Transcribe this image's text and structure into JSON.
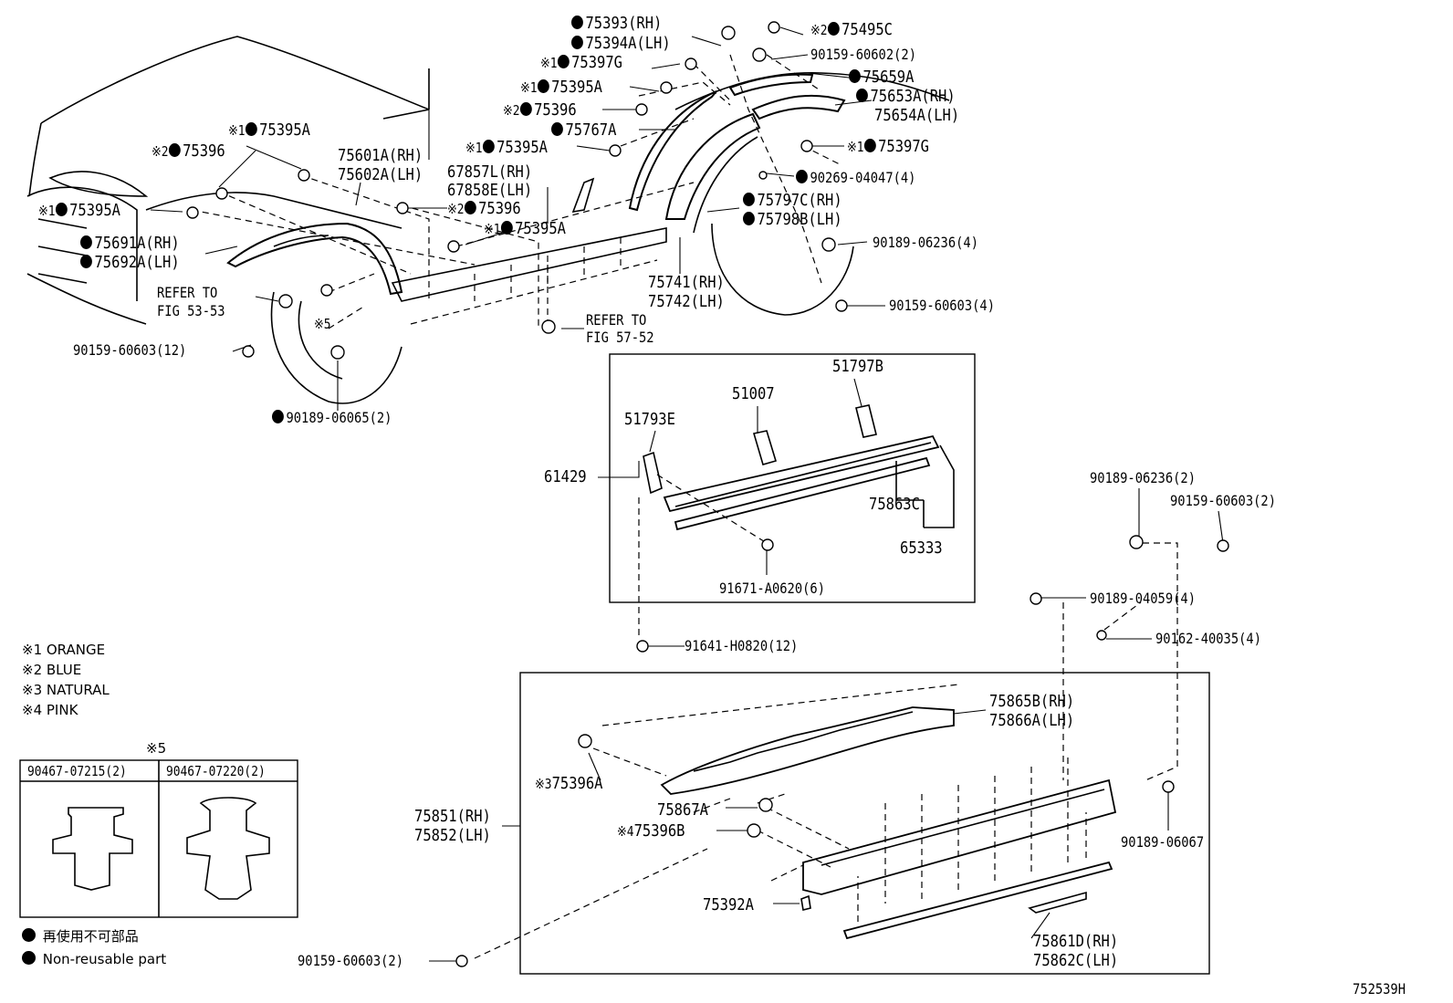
{
  "diagram_id": "752539H",
  "labels": [
    {
      "id": "l1",
      "dot": true,
      "sym": "",
      "text": "75393(RH)"
    },
    {
      "id": "l2",
      "dot": true,
      "sym": "",
      "text": "75394A(LH)"
    },
    {
      "id": "l3",
      "dot": true,
      "sym": "※1",
      "text": "75397G"
    },
    {
      "id": "l4",
      "dot": true,
      "sym": "※1",
      "text": "75395A"
    },
    {
      "id": "l5",
      "dot": true,
      "sym": "※2",
      "text": "75396"
    },
    {
      "id": "l6",
      "dot": true,
      "sym": "",
      "text": "75767A"
    },
    {
      "id": "l7",
      "dot": true,
      "sym": "※1",
      "text": "75395A"
    },
    {
      "id": "l8",
      "dot": true,
      "sym": "※2",
      "text": "75495C"
    },
    {
      "id": "l9",
      "dot": false,
      "sym": "",
      "text": "90159-60602(2)"
    },
    {
      "id": "l10",
      "dot": true,
      "sym": "",
      "text": "75659A"
    },
    {
      "id": "l11",
      "dot": true,
      "sym": "",
      "text": "75653A(RH)"
    },
    {
      "id": "l12",
      "dot": false,
      "sym": "",
      "text": "75654A(LH)"
    },
    {
      "id": "l13",
      "dot": true,
      "sym": "※1",
      "text": "75397G"
    },
    {
      "id": "l14",
      "dot": true,
      "sym": "",
      "text": "90269-04047(4)"
    },
    {
      "id": "l15",
      "dot": true,
      "sym": "",
      "text": "75797C(RH)"
    },
    {
      "id": "l16",
      "dot": true,
      "sym": "",
      "text": "75798B(LH)"
    },
    {
      "id": "l17",
      "dot": false,
      "sym": "",
      "text": "90189-06236(4)"
    },
    {
      "id": "l18",
      "dot": false,
      "sym": "",
      "text": "90159-60603(4)"
    },
    {
      "id": "l19",
      "dot": true,
      "sym": "※1",
      "text": "75395A"
    },
    {
      "id": "l20",
      "dot": true,
      "sym": "※2",
      "text": "75396"
    },
    {
      "id": "l21",
      "dot": false,
      "sym": "",
      "text": "75601A(RH)"
    },
    {
      "id": "l22",
      "dot": false,
      "sym": "",
      "text": "75602A(LH)"
    },
    {
      "id": "l23",
      "dot": false,
      "sym": "",
      "text": "67857L(RH)"
    },
    {
      "id": "l24",
      "dot": false,
      "sym": "",
      "text": "67858E(LH)"
    },
    {
      "id": "l25",
      "dot": true,
      "sym": "※2",
      "text": "75396"
    },
    {
      "id": "l26",
      "dot": true,
      "sym": "※1",
      "text": "75395A"
    },
    {
      "id": "l27",
      "dot": true,
      "sym": "※1",
      "text": "75395A"
    },
    {
      "id": "l28",
      "dot": true,
      "sym": "",
      "text": "75691A(RH)"
    },
    {
      "id": "l29",
      "dot": true,
      "sym": "",
      "text": "75692A(LH)"
    },
    {
      "id": "l30",
      "dot": false,
      "sym": "",
      "text": "75741(RH)"
    },
    {
      "id": "l31",
      "dot": false,
      "sym": "",
      "text": "75742(LH)"
    },
    {
      "id": "l32",
      "dot": false,
      "sym": "",
      "text": "REFER TO"
    },
    {
      "id": "l33",
      "dot": false,
      "sym": "",
      "text": "FIG 53-53"
    },
    {
      "id": "l34",
      "dot": false,
      "sym": "※5",
      "text": ""
    },
    {
      "id": "l35",
      "dot": false,
      "sym": "",
      "text": "REFER TO"
    },
    {
      "id": "l36",
      "dot": false,
      "sym": "",
      "text": "FIG 57-52"
    },
    {
      "id": "l37",
      "dot": false,
      "sym": "",
      "text": "90159-60603(12)"
    },
    {
      "id": "l38",
      "dot": true,
      "sym": "",
      "text": "90189-06065(2)"
    },
    {
      "id": "l39",
      "dot": false,
      "sym": "",
      "text": "51797B"
    },
    {
      "id": "l40",
      "dot": false,
      "sym": "",
      "text": "51007"
    },
    {
      "id": "l41",
      "dot": false,
      "sym": "",
      "text": "51793E"
    },
    {
      "id": "l42",
      "dot": false,
      "sym": "",
      "text": "61429"
    },
    {
      "id": "l43",
      "dot": false,
      "sym": "",
      "text": "75863C"
    },
    {
      "id": "l44",
      "dot": false,
      "sym": "",
      "text": "65333"
    },
    {
      "id": "l45",
      "dot": false,
      "sym": "",
      "text": "91671-A0620(6)"
    },
    {
      "id": "l46",
      "dot": false,
      "sym": "",
      "text": "91641-H0820(12)"
    },
    {
      "id": "l47",
      "dot": false,
      "sym": "",
      "text": "90189-06236(2)"
    },
    {
      "id": "l48",
      "dot": false,
      "sym": "",
      "text": "90159-60603(2)"
    },
    {
      "id": "l49",
      "dot": false,
      "sym": "",
      "text": "90189-04059(4)"
    },
    {
      "id": "l50",
      "dot": false,
      "sym": "",
      "text": "90162-40035(4)"
    },
    {
      "id": "l51",
      "dot": false,
      "sym": "",
      "text": "75865B(RH)"
    },
    {
      "id": "l52",
      "dot": false,
      "sym": "",
      "text": "75866A(LH)"
    },
    {
      "id": "l53",
      "dot": false,
      "sym": "※3",
      "text": "75396A"
    },
    {
      "id": "l54",
      "dot": false,
      "sym": "",
      "text": "75851(RH)"
    },
    {
      "id": "l55",
      "dot": false,
      "sym": "",
      "text": "75852(LH)"
    },
    {
      "id": "l56",
      "dot": false,
      "sym": "",
      "text": "75867A"
    },
    {
      "id": "l57",
      "dot": false,
      "sym": "※4",
      "text": "75396B"
    },
    {
      "id": "l58",
      "dot": false,
      "sym": "",
      "text": "90189-06067"
    },
    {
      "id": "l59",
      "dot": false,
      "sym": "",
      "text": "75392A"
    },
    {
      "id": "l60",
      "dot": false,
      "sym": "",
      "text": "75861D(RH)"
    },
    {
      "id": "l61",
      "dot": false,
      "sym": "",
      "text": "75862C(LH)"
    },
    {
      "id": "l62",
      "dot": false,
      "sym": "",
      "text": "90159-60603(2)"
    }
  ],
  "legend": {
    "colors": [
      "※1 ORANGE",
      "※2 BLUE",
      "※3 NATURAL",
      "※4 PINK"
    ],
    "note_title": "※5",
    "table_headers": [
      "90467-07215(2)",
      "90467-07220(2)"
    ],
    "nonreusable_jp": "再使用不可部品",
    "nonreusable_en": "Non-reusable part"
  }
}
